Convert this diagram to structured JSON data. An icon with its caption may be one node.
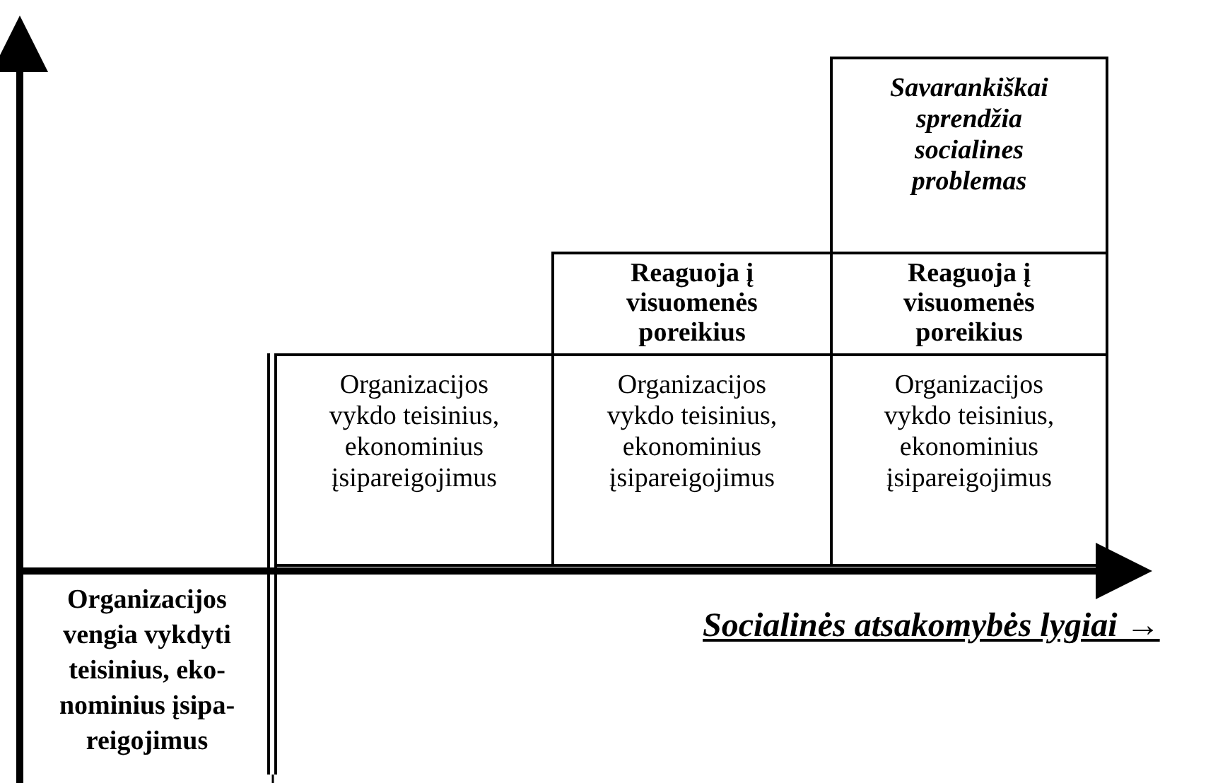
{
  "diagram": {
    "nodes": [
      {
        "text": [
          "Savarankiškai sprendžia socialines problemas"
        ]
      },
      {
        "text": [
          "Reaguoja į visuomenės poreikius"
        ]
      },
      {
        "text": [
          "Reaguoja į visuomenės poreikius"
        ]
      },
      {
        "text": [
          "Organizacijos vykdo teisinius, ekonominius įsipareigojimus"
        ]
      },
      {
        "text": [
          "Organizacijos vykdo teisinius, ekonominius įsipareigojimus"
        ]
      },
      {
        "text": [
          "Organizacijos vykdo teisinius, ekonominius įsipareigojimus"
        ]
      },
      {
        "text": [
          "Organizacijos vengia vykdyti teisinius, eko- nominius įsipa- reigojimus"
        ]
      }
    ],
    "labels": [
      "Socialinės atsakomybės lygiai →"
    ]
  }
}
